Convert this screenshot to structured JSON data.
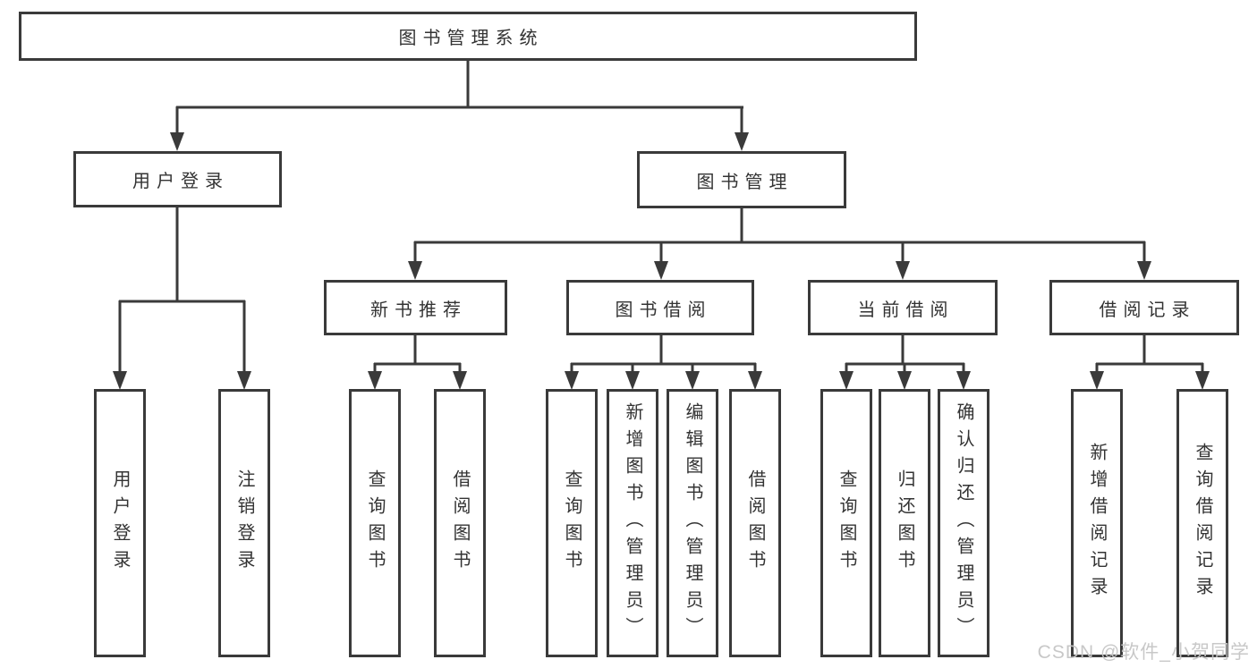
{
  "tree": {
    "root": {
      "label": "图书管理系统"
    },
    "user_login": {
      "label": "用户登录",
      "children": [
        "用户登录",
        "注销登录"
      ]
    },
    "book_mgmt": {
      "label": "图书管理",
      "sections": [
        {
          "label": "新书推荐",
          "children": [
            "查询图书",
            "借阅图书"
          ]
        },
        {
          "label": "图书借阅",
          "children": [
            "查询图书",
            "新增图书（管理员）",
            "编辑图书（管理员）",
            "借阅图书"
          ]
        },
        {
          "label": "当前借阅",
          "children": [
            "查询图书",
            "归还图书",
            "确认归还（管理员）"
          ]
        },
        {
          "label": "借阅记录",
          "children": [
            "新增借阅记录",
            "查询借阅记录"
          ]
        }
      ]
    }
  },
  "watermark": {
    "text": "CSDN @软件_小贺同学"
  },
  "colors": {
    "line": "#3a3a3a",
    "border": "#3a3a3a",
    "text": "#333333",
    "watermark": "#c5c5c5",
    "background": "#ffffff"
  }
}
